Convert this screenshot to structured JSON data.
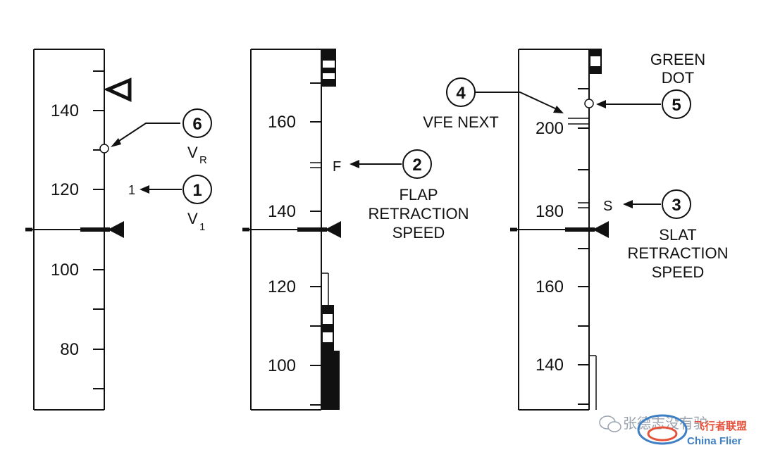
{
  "colors": {
    "ink": "#111111",
    "background": "#ffffff"
  },
  "left_tape": {
    "ticks": [
      "140",
      "120",
      "100",
      "80"
    ],
    "callout_6": "6",
    "callout_1": "1",
    "v1_marker": "1",
    "vr_label": "V",
    "vr_sub": "R",
    "v1_label": "V",
    "v1_sub": "1"
  },
  "middle_tape": {
    "ticks": [
      "160",
      "140",
      "120",
      "100"
    ],
    "flap_marker": "F",
    "callout_2": "2",
    "caption": [
      "FLAP",
      "RETRACTION",
      "SPEED"
    ]
  },
  "right_tape": {
    "ticks": [
      "200",
      "180",
      "160",
      "140"
    ],
    "slat_marker": "S",
    "callout_4": "4",
    "callout_3": "3",
    "callout_5": "5",
    "vfe_next": "VFE NEXT",
    "green_dot": [
      "GREEN",
      "DOT"
    ],
    "caption": [
      "SLAT",
      "RETRACTION",
      "SPEED"
    ]
  },
  "watermark": {
    "author": "张德志没有驴",
    "brand_cn": "飞行者联盟",
    "brand_en": "China Flier"
  }
}
